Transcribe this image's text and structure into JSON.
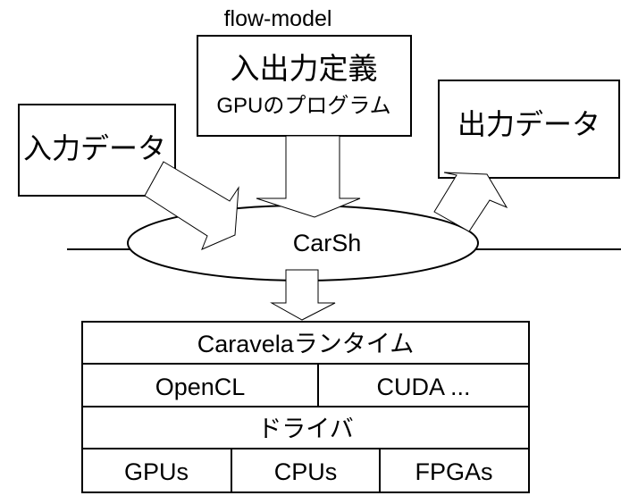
{
  "diagram": {
    "flow_model_label": "flow-model",
    "definition_box": {
      "title": "入出力定義",
      "subtitle": "GPUのプログラム"
    },
    "input_box": {
      "label": "入力データ"
    },
    "output_box": {
      "label": "出力データ"
    },
    "center_node": {
      "label": "CarSh"
    },
    "stack": {
      "runtime": "Caravelaランタイム",
      "apis": [
        "OpenCL",
        "CUDA ..."
      ],
      "driver": "ドライバ",
      "devices": [
        "GPUs",
        "CPUs",
        "FPGAs"
      ]
    }
  }
}
